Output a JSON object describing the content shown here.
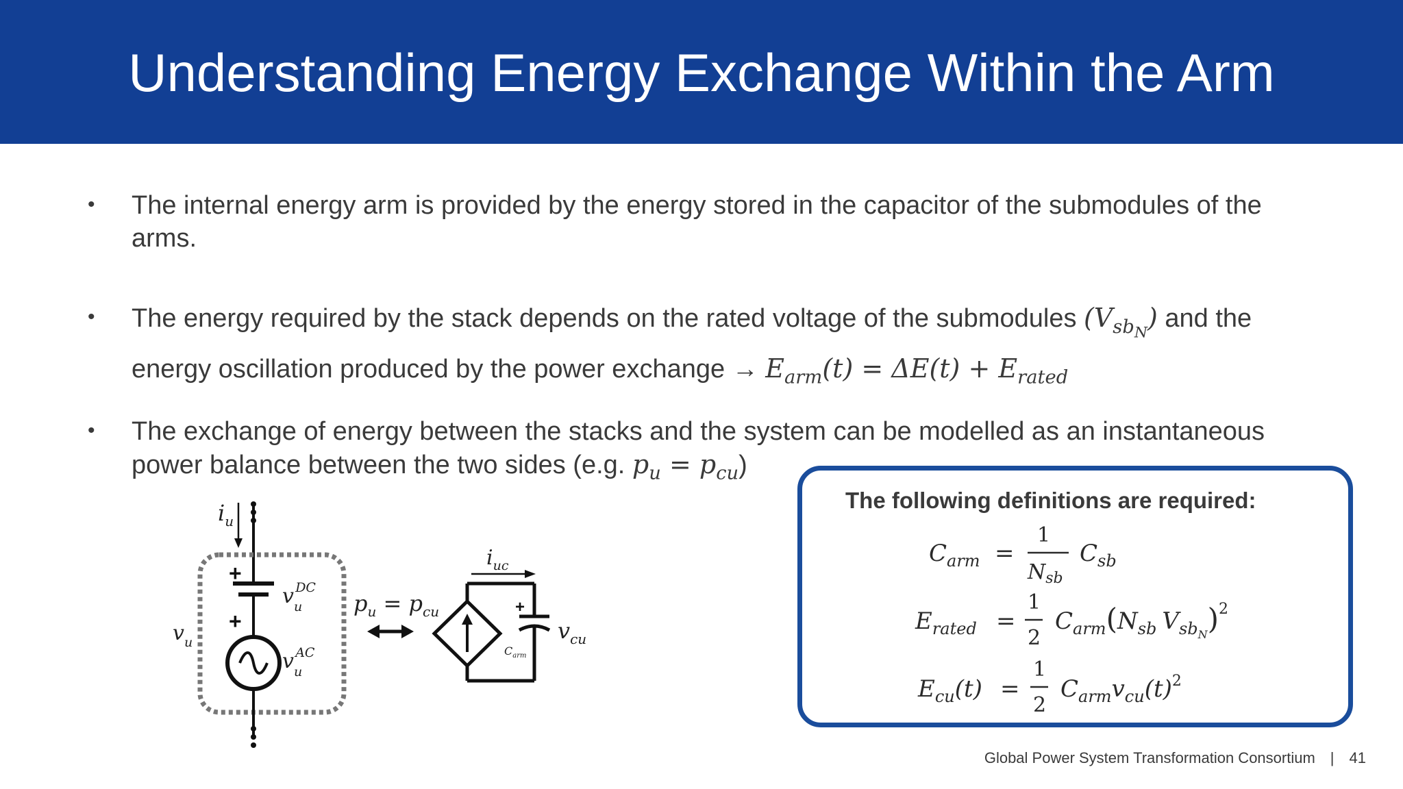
{
  "title": "Understanding Energy Exchange Within the Arm",
  "bullets": {
    "b1_text": "The internal energy arm is provided by the energy stored in the capacitor of the submodules of the arms.",
    "b2_text_a": "The energy required by the stack depends on the rated voltage of the submodules",
    "b2_text_b": "and the energy oscillation produced by the power exchange",
    "b2_arrow": "→",
    "b3_text": "The exchange of energy between the stacks and the system can be modelled as an instantaneous power balance between the two sides (e.g.",
    "b3_close": ")"
  },
  "math": {
    "vsbn_V": "V",
    "vsbn_sb": "sb",
    "vsbn_N": "N",
    "earm_E": "E",
    "earm_sub": "arm",
    "earm_rest": "(t) = ΔE(t) + ",
    "erated_E": "E",
    "erated_sub": "rated",
    "pu_p": "p",
    "pu_sub": "u",
    "eq": " = ",
    "pcu_p": "p",
    "pcu_sub": "cu"
  },
  "circuit": {
    "iu": "i",
    "iu_sub": "u",
    "vudc": "v",
    "vudc_sub": "u",
    "vudc_sup": "DC",
    "vuac": "v",
    "vuac_sub": "u",
    "vuac_sup": "AC",
    "vu": "v",
    "vu_sub": "u",
    "balance": "p",
    "balance_sub1": "u",
    "balance_eq": " = p",
    "balance_sub2": "cu",
    "iuc": "i",
    "iuc_sub": "uc",
    "carm": "C",
    "carm_sub": "arm",
    "vcu": "v",
    "vcu_sub": "cu",
    "plus": "+"
  },
  "definitions": {
    "heading": "The following definitions are required:",
    "eq1_lhs": "C",
    "eq1_lhs_sub": "arm",
    "eq1_num": "1",
    "eq1_den": "N",
    "eq1_den_sub": "sb",
    "eq1_rhs": "C",
    "eq1_rhs_sub": "sb",
    "eq2_lhs": "E",
    "eq2_lhs_sub": "rated",
    "eq2_num": "1",
    "eq2_den": "2",
    "eq2_c": "C",
    "eq2_c_sub": "arm",
    "eq2_n": "N",
    "eq2_n_sub": "sb",
    "eq2_v": "V",
    "eq2_v_sub": "sb",
    "eq2_v_subsub": "N",
    "eq2_pow": "2",
    "eq3_lhs": "E",
    "eq3_lhs_sub": "cu",
    "eq3_lhs_t": "(t)",
    "eq3_num": "1",
    "eq3_den": "2",
    "eq3_c": "C",
    "eq3_c_sub": "arm",
    "eq3_v": "v",
    "eq3_v_sub": "cu",
    "eq3_t": "(t)",
    "eq3_pow": "2",
    "equals": "="
  },
  "footer": {
    "org": "Global Power System Transformation Consortium",
    "separator": "|",
    "page_number": "41"
  },
  "colors": {
    "header_bg": "#123f94",
    "box_border": "#1a4d9c",
    "text": "#3a3a3a"
  }
}
